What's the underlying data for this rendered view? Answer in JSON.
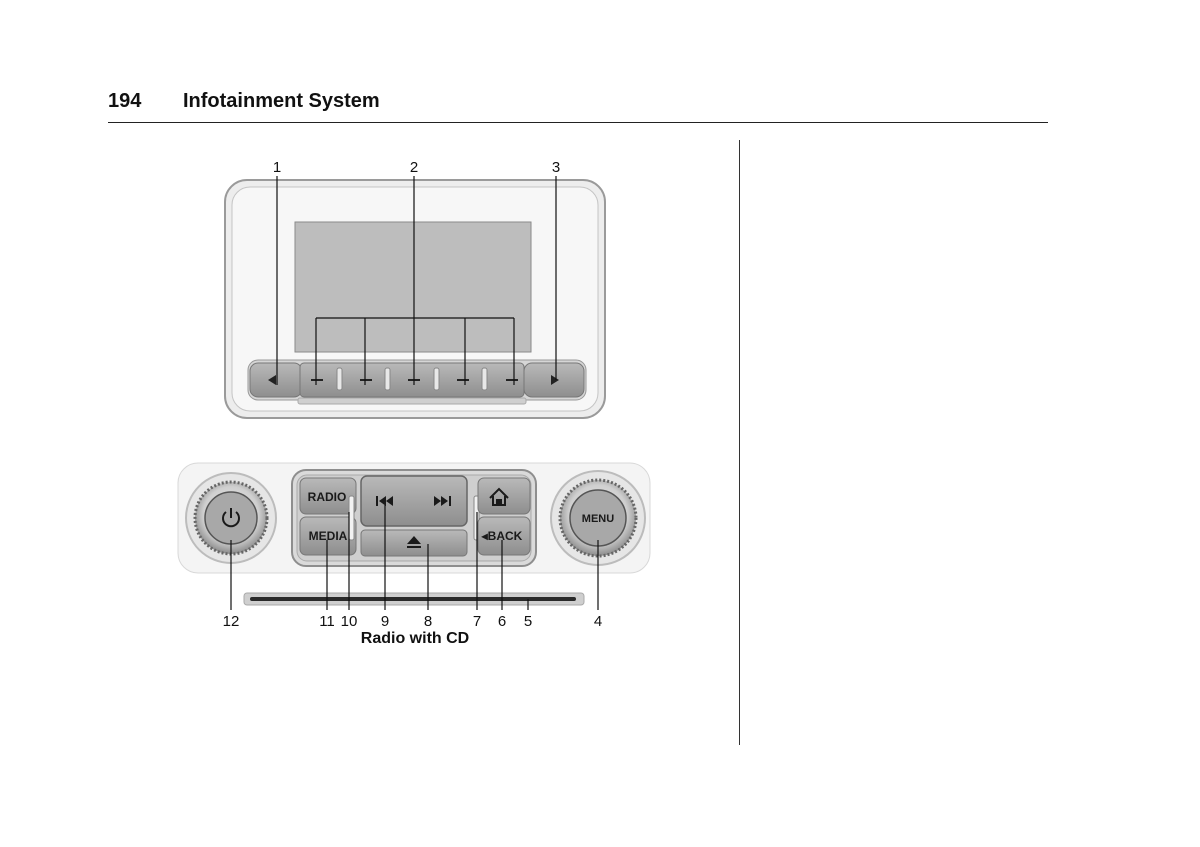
{
  "header": {
    "page_number": "194",
    "section_title": "Infotainment System"
  },
  "figure": {
    "caption": "Radio with CD",
    "callouts": [
      "1",
      "2",
      "3",
      "4",
      "5",
      "6",
      "7",
      "8",
      "9",
      "10",
      "11",
      "12"
    ],
    "buttons": {
      "radio": "RADIO",
      "media": "MEDIA",
      "back": "◂BACK",
      "menu": "MENU"
    }
  }
}
